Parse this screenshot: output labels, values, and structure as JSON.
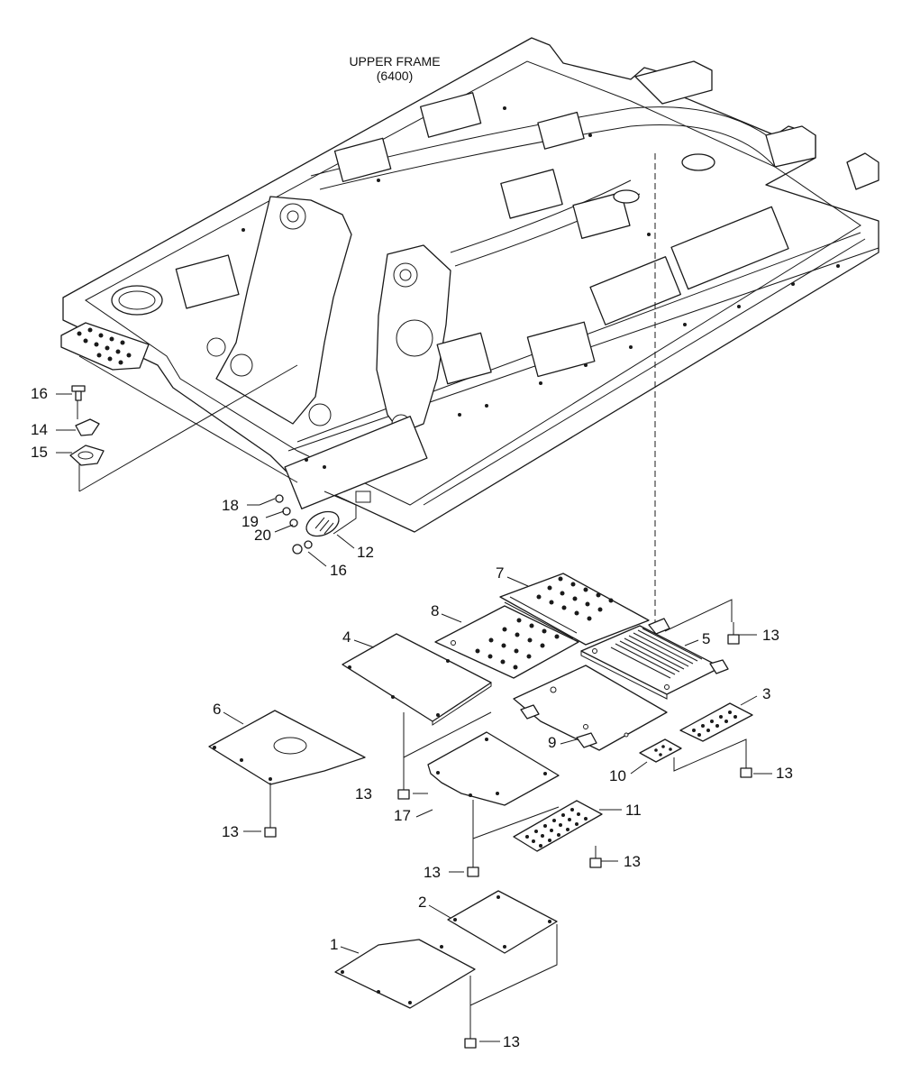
{
  "header": {
    "title_line1": "UPPER FRAME",
    "title_line2": "(6400)"
  },
  "callouts": {
    "c1": "1",
    "c2": "2",
    "c3": "3",
    "c4": "4",
    "c5": "5",
    "c6": "6",
    "c7": "7",
    "c8": "8",
    "c9": "9",
    "c10": "10",
    "c11": "11",
    "c12": "12",
    "c13a": "13",
    "c13b": "13",
    "c13c": "13",
    "c13d": "13",
    "c13e": "13",
    "c13f": "13",
    "c13g": "13",
    "c14": "14",
    "c15": "15",
    "c16a": "16",
    "c16b": "16",
    "c17": "17",
    "c18": "18",
    "c19": "19",
    "c20": "20"
  },
  "icons": {
    "bolt": "hex-bolt-icon",
    "nut": "nut-icon",
    "washer": "washer-icon"
  }
}
